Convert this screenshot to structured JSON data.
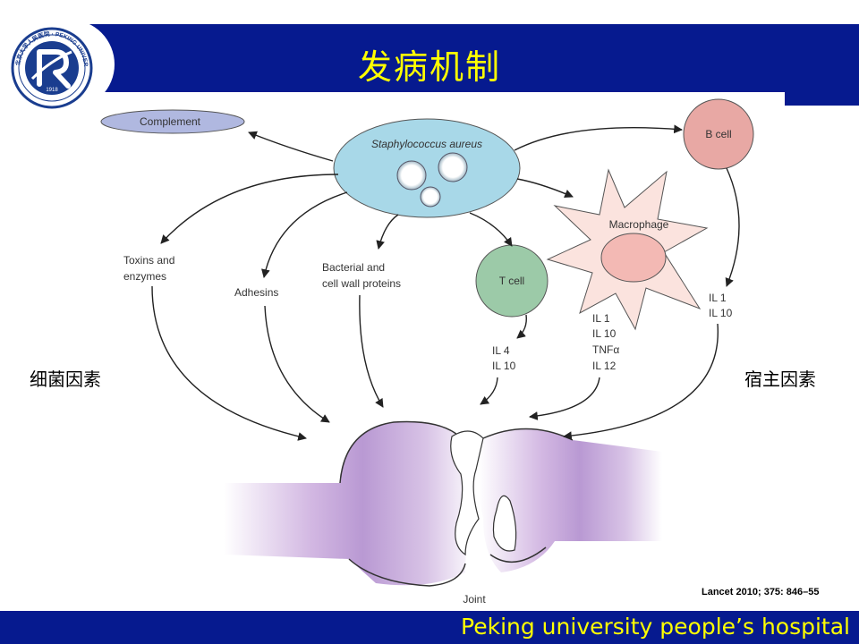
{
  "title": "发病机制",
  "footer": "Peking university people’s hospital",
  "logo": {
    "ring_text": "北京大学人民医院 · PEKING UNIVERSITY PEOPLE'S HOSPITAL",
    "year": "1918",
    "color": "#1a3d8f"
  },
  "labels": {
    "left": "细菌因素",
    "right": "宿主因素",
    "citation": "Lancet 2010; 375: 846–55"
  },
  "diagram": {
    "staph": "Staphylococcus aureus",
    "complement": "Complement",
    "b_cell": "B cell",
    "t_cell": "T cell",
    "macrophage": "Macrophage",
    "toxins": [
      "Toxins and",
      "enzymes"
    ],
    "adhesins": "Adhesins",
    "bacterial": [
      "Bacterial and",
      "cell wall proteins"
    ],
    "tcell_cytokines": [
      "IL 4",
      "IL 10"
    ],
    "macro_cytokines": [
      "IL 1",
      "IL 10",
      "TNFα",
      "IL 12"
    ],
    "bcell_cytokines": [
      "IL 1",
      "IL 10"
    ],
    "joint": "Joint"
  },
  "colors": {
    "header": "#061a8f",
    "title": "#ffff00",
    "staph": "#a8d8e8",
    "complement": "#b0b8e0",
    "b_cell": "#e8a8a4",
    "t_cell": "#9ccaa8",
    "macrophage": "#fbe3de",
    "joint": "#c8a8dc"
  }
}
